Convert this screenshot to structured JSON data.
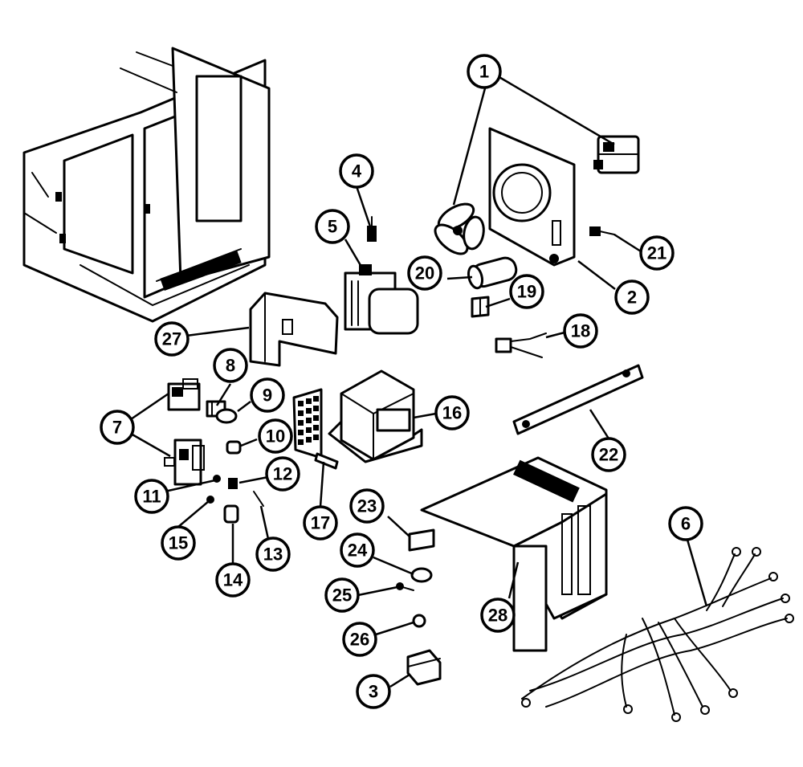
{
  "callouts": [
    {
      "label": "1"
    },
    {
      "label": "2"
    },
    {
      "label": "3"
    },
    {
      "label": "4"
    },
    {
      "label": "5"
    },
    {
      "label": "6"
    },
    {
      "label": "7"
    },
    {
      "label": "8"
    },
    {
      "label": "9"
    },
    {
      "label": "10"
    },
    {
      "label": "11"
    },
    {
      "label": "12"
    },
    {
      "label": "13"
    },
    {
      "label": "14"
    },
    {
      "label": "15"
    },
    {
      "label": "16"
    },
    {
      "label": "17"
    },
    {
      "label": "18"
    },
    {
      "label": "19"
    },
    {
      "label": "20"
    },
    {
      "label": "21"
    },
    {
      "label": "22"
    },
    {
      "label": "23"
    },
    {
      "label": "24"
    },
    {
      "label": "25"
    },
    {
      "label": "26"
    },
    {
      "label": "27"
    },
    {
      "label": "28"
    }
  ],
  "colors": {
    "ink": "#000000",
    "paper": "#ffffff"
  }
}
